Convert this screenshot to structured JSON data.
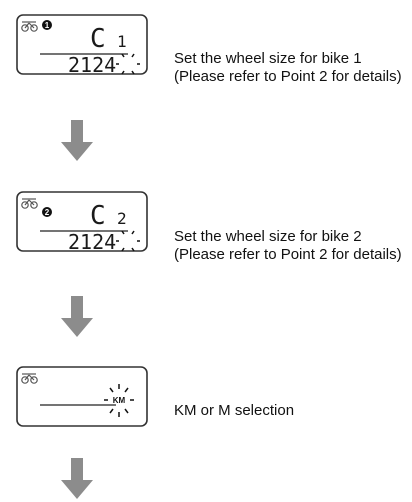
{
  "steps": [
    {
      "lcd": {
        "bike_number": "1",
        "code_letter": "C",
        "code_digit": "1",
        "value": "2124",
        "blinking_digit": "4"
      },
      "text": [
        "Set the wheel size for bike 1",
        "(Please refer to Point 2 for details)"
      ]
    },
    {
      "lcd": {
        "bike_number": "2",
        "code_letter": "C",
        "code_digit": "2",
        "value": "2124",
        "blinking_digit": "4"
      },
      "text": [
        "Set the wheel size for bike 2",
        "(Please refer to Point 2 for details)"
      ]
    },
    {
      "lcd": {
        "unit": "KM"
      },
      "text": [
        "KM or M selection"
      ]
    }
  ],
  "icons": [
    "bike-icon",
    "down-arrow-icon",
    "blink-rays-icon"
  ],
  "colors": {
    "lcd_frame": "#333333",
    "segment": "#1a1a1a",
    "arrow": "#8c8c8c"
  }
}
